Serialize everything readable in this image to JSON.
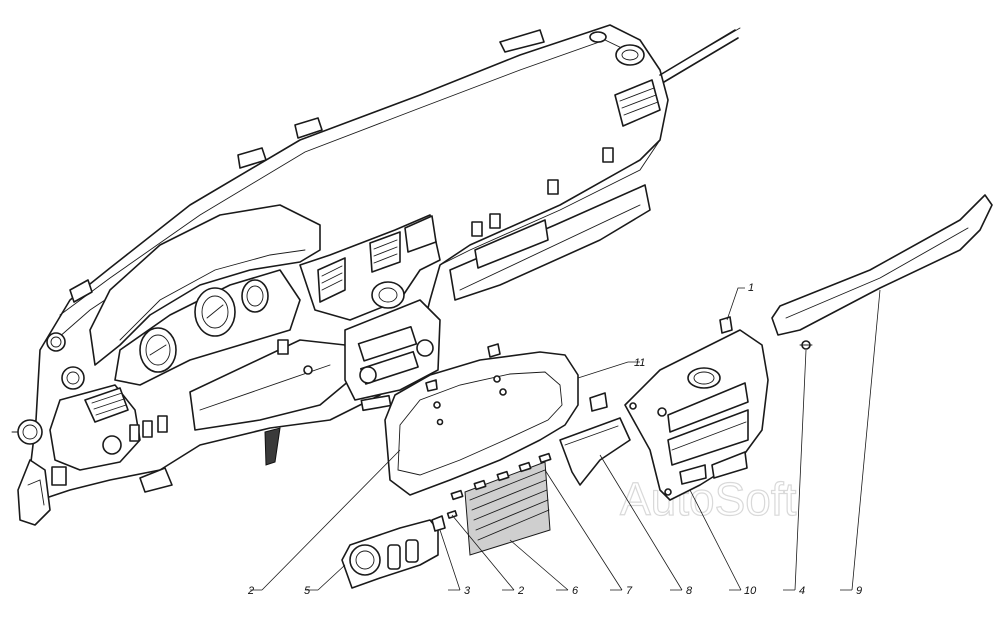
{
  "diagram": {
    "watermark": "AutoSoft",
    "callouts": [
      {
        "id": "c1",
        "label": "1"
      },
      {
        "id": "c11",
        "label": "11"
      },
      {
        "id": "c2a",
        "label": "2"
      },
      {
        "id": "c5",
        "label": "5"
      },
      {
        "id": "c3",
        "label": "3"
      },
      {
        "id": "c2b",
        "label": "2"
      },
      {
        "id": "c6",
        "label": "6"
      },
      {
        "id": "c7",
        "label": "7"
      },
      {
        "id": "c8",
        "label": "8"
      },
      {
        "id": "c10",
        "label": "10"
      },
      {
        "id": "c4",
        "label": "4"
      },
      {
        "id": "c9",
        "label": "9"
      }
    ]
  }
}
